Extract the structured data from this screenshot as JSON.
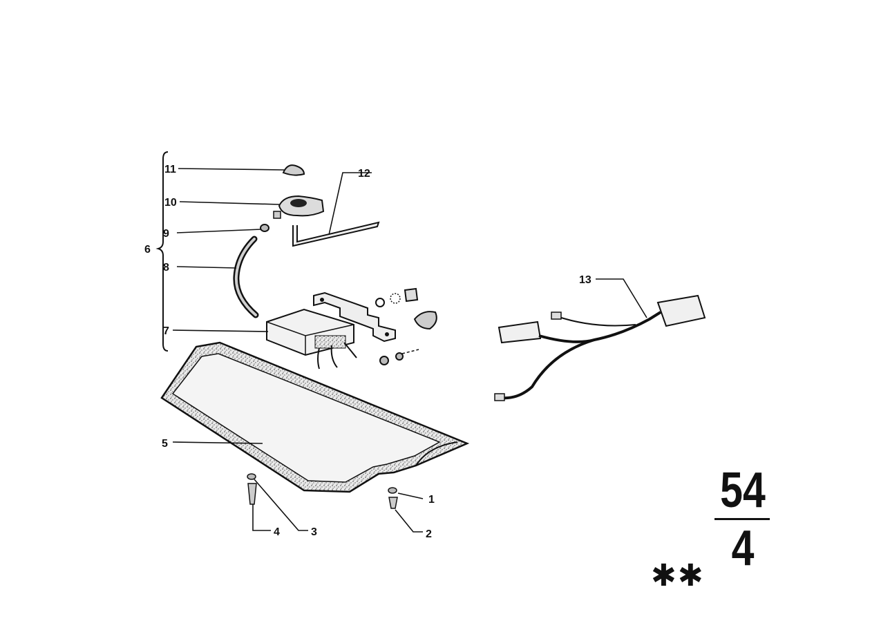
{
  "diagram": {
    "callouts": [
      "1",
      "2",
      "3",
      "4",
      "5",
      "6",
      "7",
      "8",
      "9",
      "10",
      "11",
      "12",
      "13"
    ],
    "section_number": {
      "major": "54",
      "minor": "4"
    },
    "marking": "✱✱"
  }
}
